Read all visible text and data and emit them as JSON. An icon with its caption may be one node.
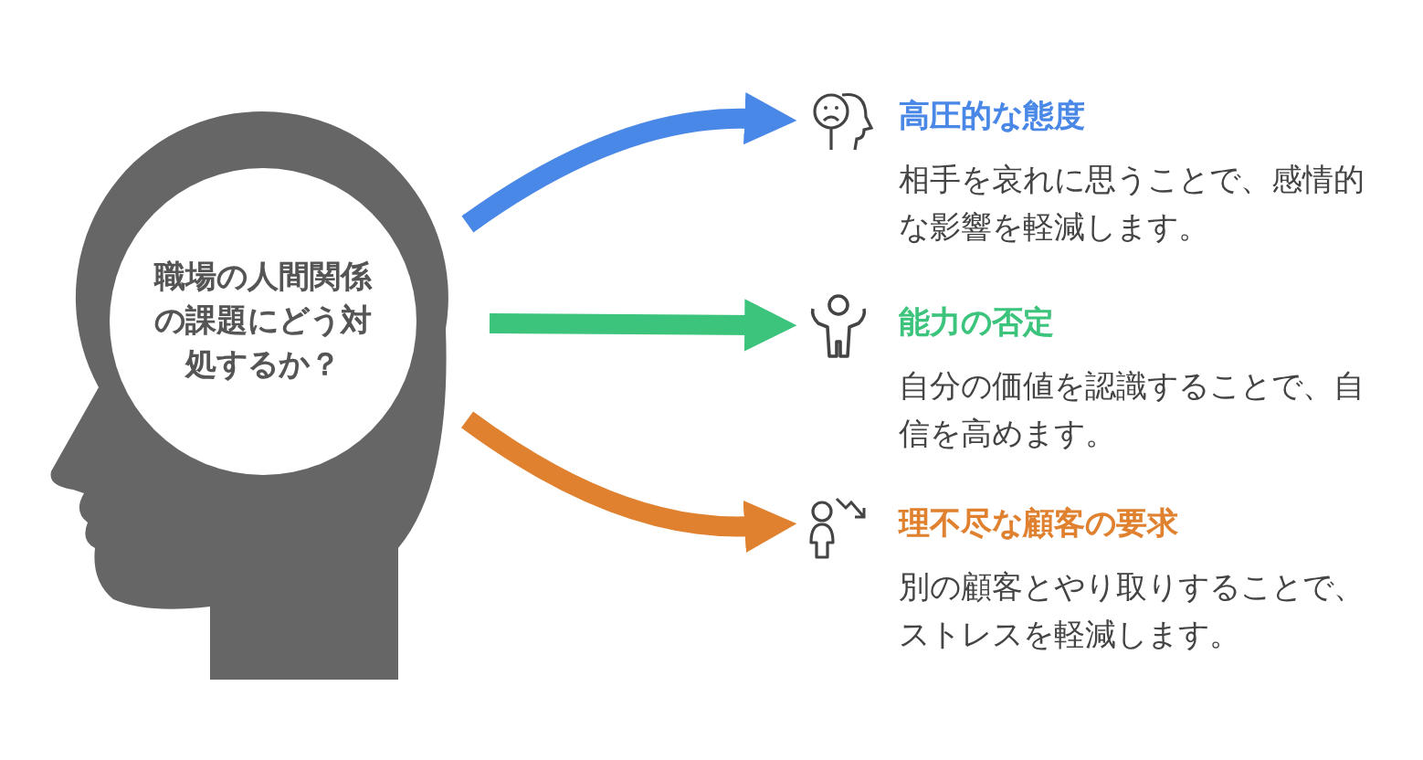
{
  "diagram": {
    "nodes": [
      {
        "text": [
          "職場の人間関係の課題にどう対処するか？"
        ]
      },
      {
        "text": [
          "高圧的な態度",
          "相手を哀れに思うことで、感情的な影響を軽減します。"
        ]
      },
      {
        "text": [
          "能力の否定",
          "自分の価値を認識することで、自信を高めます。"
        ]
      },
      {
        "text": [
          "理不尽な顧客の要求",
          "別の顧客とやり取りすることで、ストレスを軽減します。"
        ]
      }
    ],
    "edges": [
      {
        "from": 0,
        "to": 1,
        "arrow": "to",
        "color": "#4a88e8"
      },
      {
        "from": 0,
        "to": 2,
        "arrow": "to",
        "color": "#3cc47c"
      },
      {
        "from": 0,
        "to": 3,
        "arrow": "to",
        "color": "#e0812f"
      }
    ]
  }
}
